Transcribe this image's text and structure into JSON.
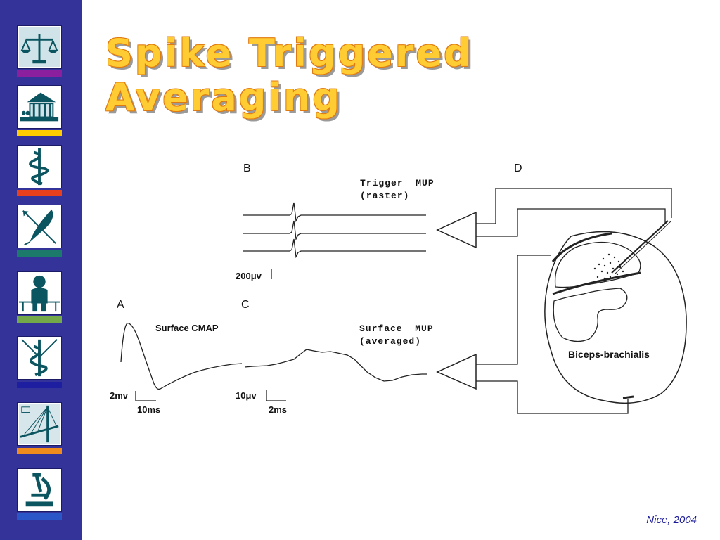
{
  "slide": {
    "title": "Spike Triggered Averaging",
    "footer": "Nice, 2004",
    "colors": {
      "sidebar": "#333399",
      "title_fill": "#ffcc33",
      "title_outline": "#e07a10",
      "footer": "#1a1a99"
    }
  },
  "sidebar": {
    "icons": [
      {
        "name": "scales-icon",
        "bar_color": "#8b1f9e"
      },
      {
        "name": "building-icon",
        "bar_color": "#ffcc00"
      },
      {
        "name": "caduceus-icon",
        "bar_color": "#e8401c"
      },
      {
        "name": "quill-icon",
        "bar_color": "#1b7a6a"
      },
      {
        "name": "person-icon",
        "bar_color": "#74a94a"
      },
      {
        "name": "caduceus-icon",
        "bar_color": "#1e1ea0"
      },
      {
        "name": "bridge-icon",
        "bar_color": "#f08c1c"
      },
      {
        "name": "microscope-icon",
        "bar_color": "#2a56c8"
      }
    ]
  },
  "figure": {
    "panels": {
      "a": "A",
      "b": "B",
      "c": "C",
      "d": "D"
    },
    "trigger_label": "Trigger  MUP\n(raster)",
    "scale_200": "200μv",
    "cmap_label": "Surface CMAP",
    "mup_label": "Surface  MUP\n(averaged)",
    "scale_2mv": "2mv",
    "scale_10ms": "10ms",
    "scale_10uv": "10μv",
    "scale_2ms": "2ms",
    "muscle_label": "Biceps-brachialis"
  }
}
